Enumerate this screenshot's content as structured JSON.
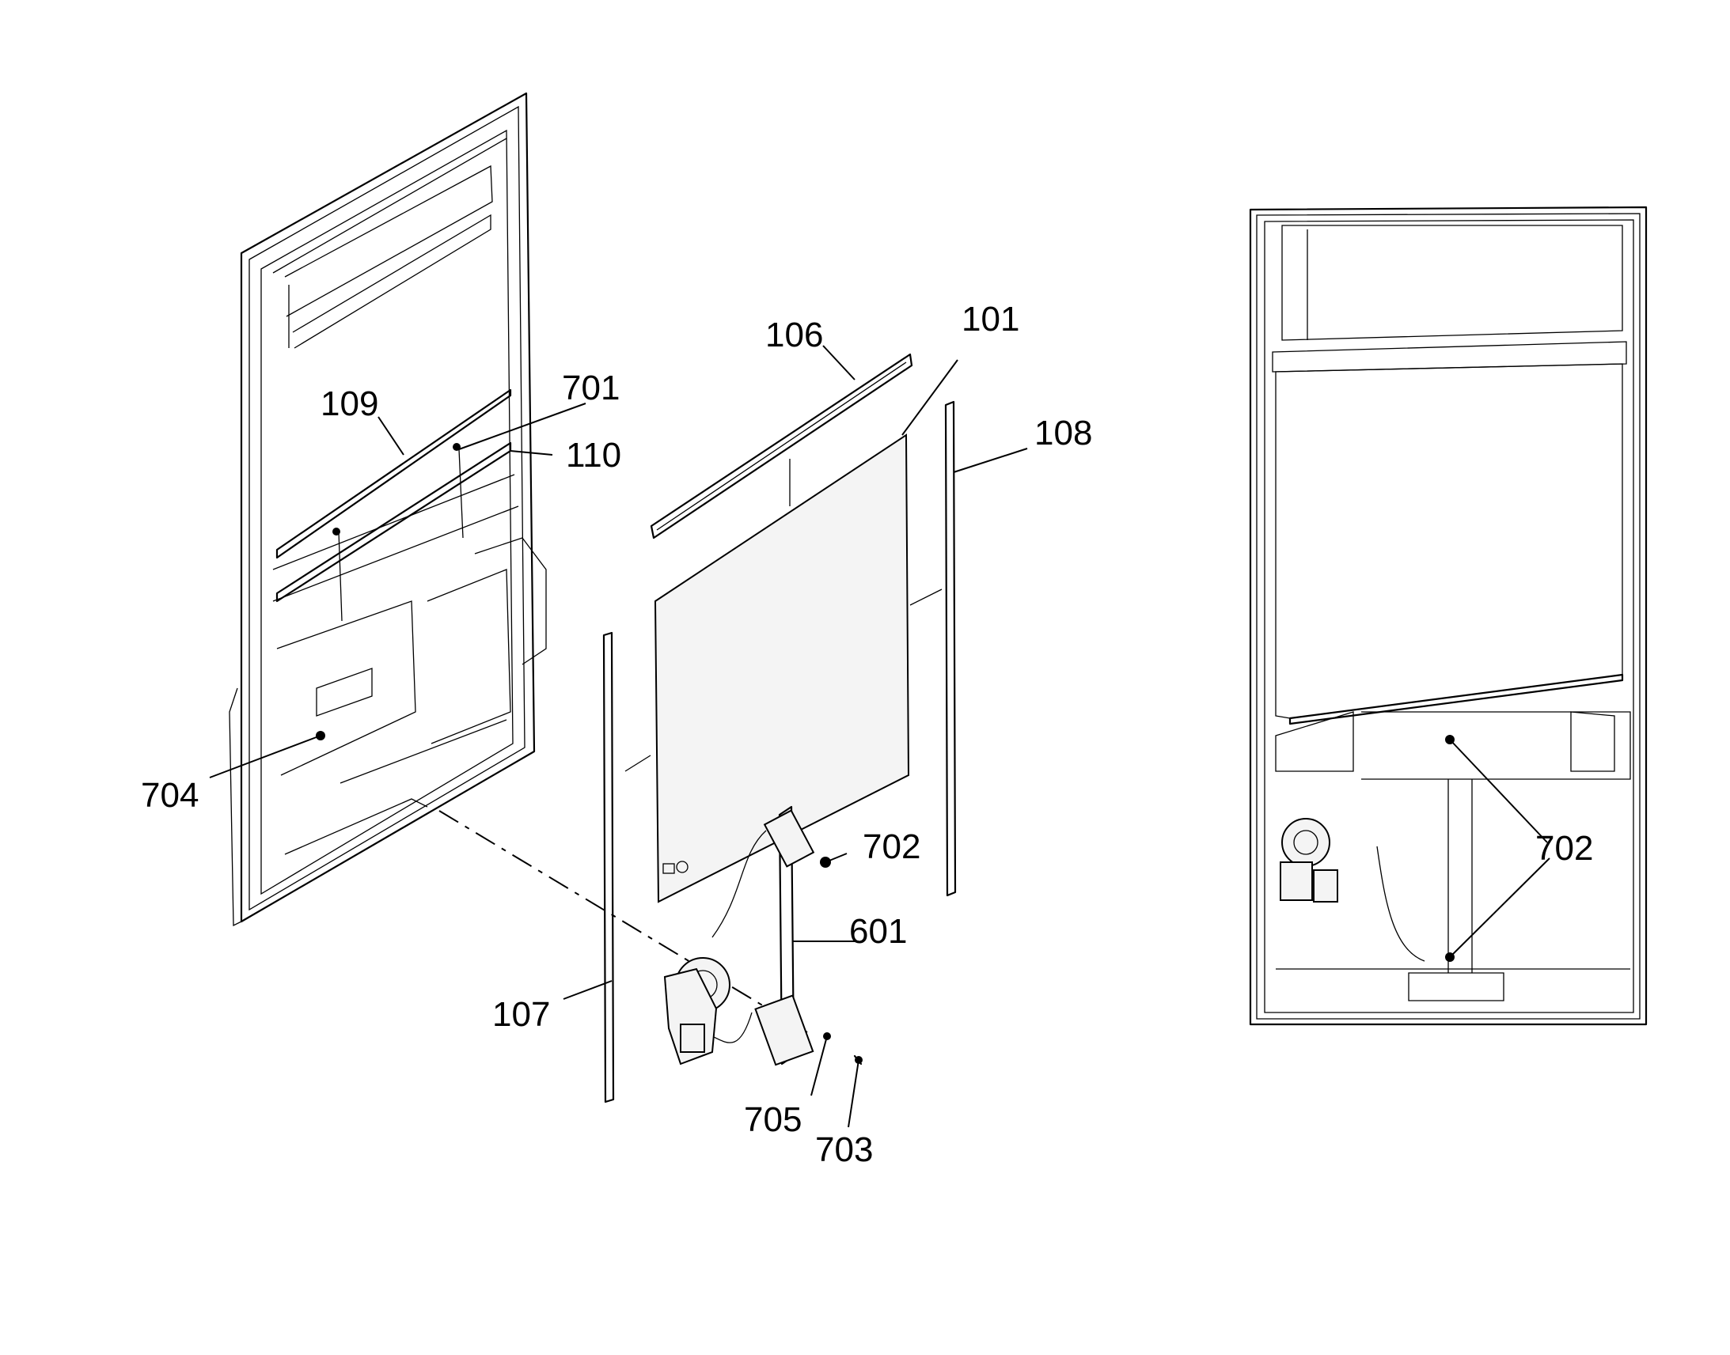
{
  "callouts": {
    "c106": "106",
    "c101": "101",
    "c109": "109",
    "c701": "701",
    "c110": "110",
    "c108": "108",
    "c704": "704",
    "c702a": "702",
    "c601": "601",
    "c107": "107",
    "c705": "705",
    "c703": "703",
    "c702b": "702"
  },
  "views": [
    "exploded-view",
    "assembled-view"
  ],
  "colors": {
    "line": "#000000",
    "background": "#ffffff"
  }
}
